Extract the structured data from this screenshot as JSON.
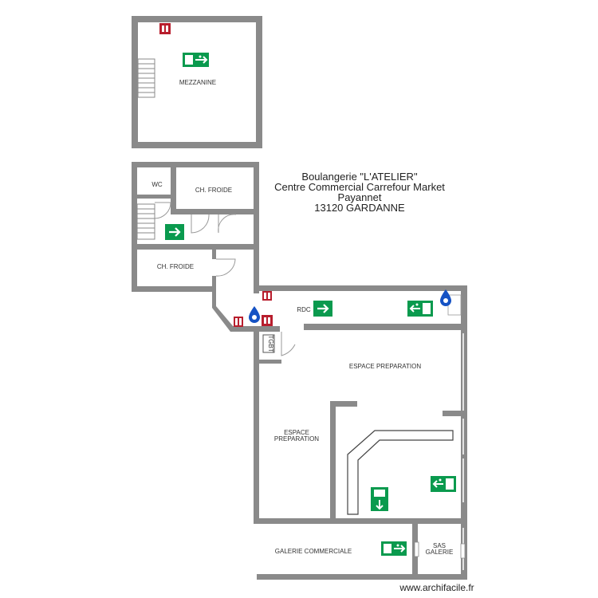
{
  "title": {
    "line1": "Boulangerie \"L'ATELIER\"",
    "line2": "Centre Commercial Carrefour Market",
    "line3": "Payannet",
    "line4": "13120 GARDANNE"
  },
  "rooms": {
    "mezzanine": "MEZZANINE",
    "wc": "WC",
    "cold_room_1": "CH. FROIDE",
    "cold_room_2": "CH. FROIDE",
    "rdc": "RDC",
    "prep_area_1": "ESPACE PREPARATION",
    "prep_area_2_line1": "ESPACE",
    "prep_area_2_line2": "PREPARATION",
    "gallery": "GALERIE COMMERCIALE",
    "sas_line1": "SAS",
    "sas_line2": "GALERIE",
    "tgbt": "TGBT"
  },
  "footer": "www.archifacile.fr",
  "colors": {
    "wall": "#8a8a8a",
    "exit_sign": "#0a9a4e",
    "extinguisher": "#b81e2d",
    "water_drop": "#1552c4"
  },
  "icons": [
    "exit-sign-icon",
    "arrow-right-icon",
    "fire-extinguisher-icon",
    "water-drop-icon",
    "stairs-icon"
  ]
}
